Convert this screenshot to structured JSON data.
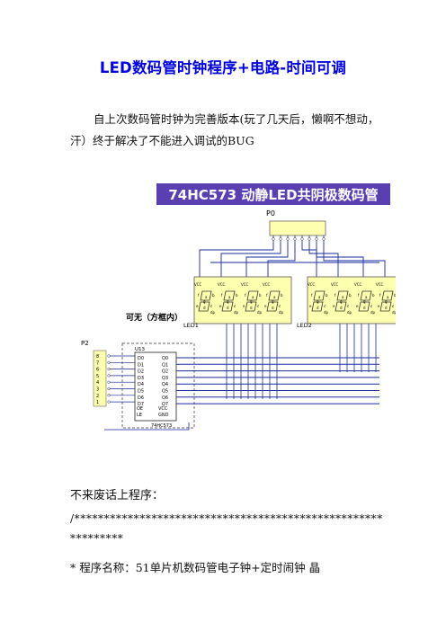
{
  "doc": {
    "title": "LED数码管时钟程序+电路-时间可调",
    "intro": "自上次数码管时钟为完善版本(玩了几天后，懒啊不想动，汗）终于解决了不能进入调试的BUG",
    "figure": {
      "banner": "74HC573 动静LED共阴极数码管",
      "p0_label": "P0",
      "p2_label": "P2",
      "note": "可无（方框内）",
      "ic_name": "U13",
      "ic_part": "74HC573",
      "led1_label": "LED1",
      "led2_label": "LED2",
      "seg_labels": [
        "a",
        "b",
        "c",
        "d",
        "e",
        "f",
        "g",
        "dp"
      ],
      "pin_d": [
        "D0",
        "D1",
        "D2",
        "D3",
        "D4",
        "D5",
        "D6",
        "D7"
      ],
      "pin_q": [
        "Q0",
        "Q1",
        "Q2",
        "Q3",
        "Q4",
        "Q5",
        "Q6",
        "Q7"
      ],
      "p2_pins": [
        "8",
        "7",
        "6",
        "5",
        "4",
        "3",
        "2",
        "1"
      ],
      "oe": "OE",
      "le": "LE",
      "vcc": "VCC",
      "gnd": "GND"
    },
    "line2": "不来废话上程序：",
    "line3": "/*************************************************************",
    "line4": "* 程序名称：51单片机数码管电子钟+定时闹钟  晶",
    "colors": {
      "title": "#0000dd",
      "banner_bg": "#5a3fb0",
      "wire": "#1a2a9c",
      "led_fill": "#ffffb0"
    }
  }
}
